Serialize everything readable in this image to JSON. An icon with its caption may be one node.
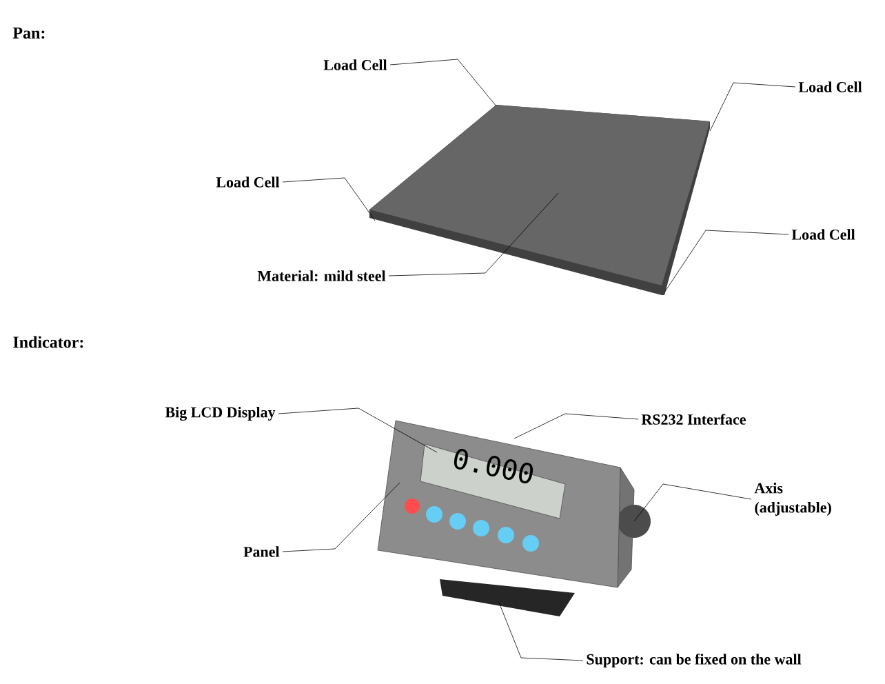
{
  "diagram": {
    "nodes": [
      {
        "text": [
          "Load Cell"
        ]
      },
      {
        "text": [
          "Load Cell"
        ]
      },
      {
        "text": [
          "Load Cell"
        ]
      },
      {
        "text": [
          "Material: mild steel"
        ]
      },
      {
        "text": [
          "Load Cell"
        ]
      },
      {
        "text": [
          "Big LCD Display"
        ]
      },
      {
        "text": [
          "RS232 Interface"
        ]
      },
      {
        "text": [
          "Axis (adjustable)"
        ]
      },
      {
        "text": [
          "Panel"
        ]
      },
      {
        "text": [
          "Support: can be fixed on the wall"
        ]
      },
      {
        "text": [],
        "shape": "picture"
      },
      {
        "text": [],
        "shape": "picture"
      }
    ],
    "edges": [
      {
        "from": 0,
        "to": 10,
        "arrow": "none"
      },
      {
        "from": 1,
        "to": 10,
        "arrow": "none"
      },
      {
        "from": 2,
        "to": 10,
        "arrow": "none"
      },
      {
        "from": 3,
        "to": 10,
        "arrow": "none"
      },
      {
        "from": 4,
        "to": 10,
        "arrow": "none"
      },
      {
        "from": 5,
        "to": 11,
        "arrow": "none"
      },
      {
        "from": 6,
        "to": 11,
        "arrow": "none"
      },
      {
        "from": 7,
        "to": 11,
        "arrow": "none"
      },
      {
        "from": 8,
        "to": 11,
        "arrow": "none"
      },
      {
        "from": 9,
        "to": 11,
        "arrow": "none"
      }
    ],
    "labels": [
      "Pan:",
      "Indicator:",
      "0.000"
    ]
  }
}
